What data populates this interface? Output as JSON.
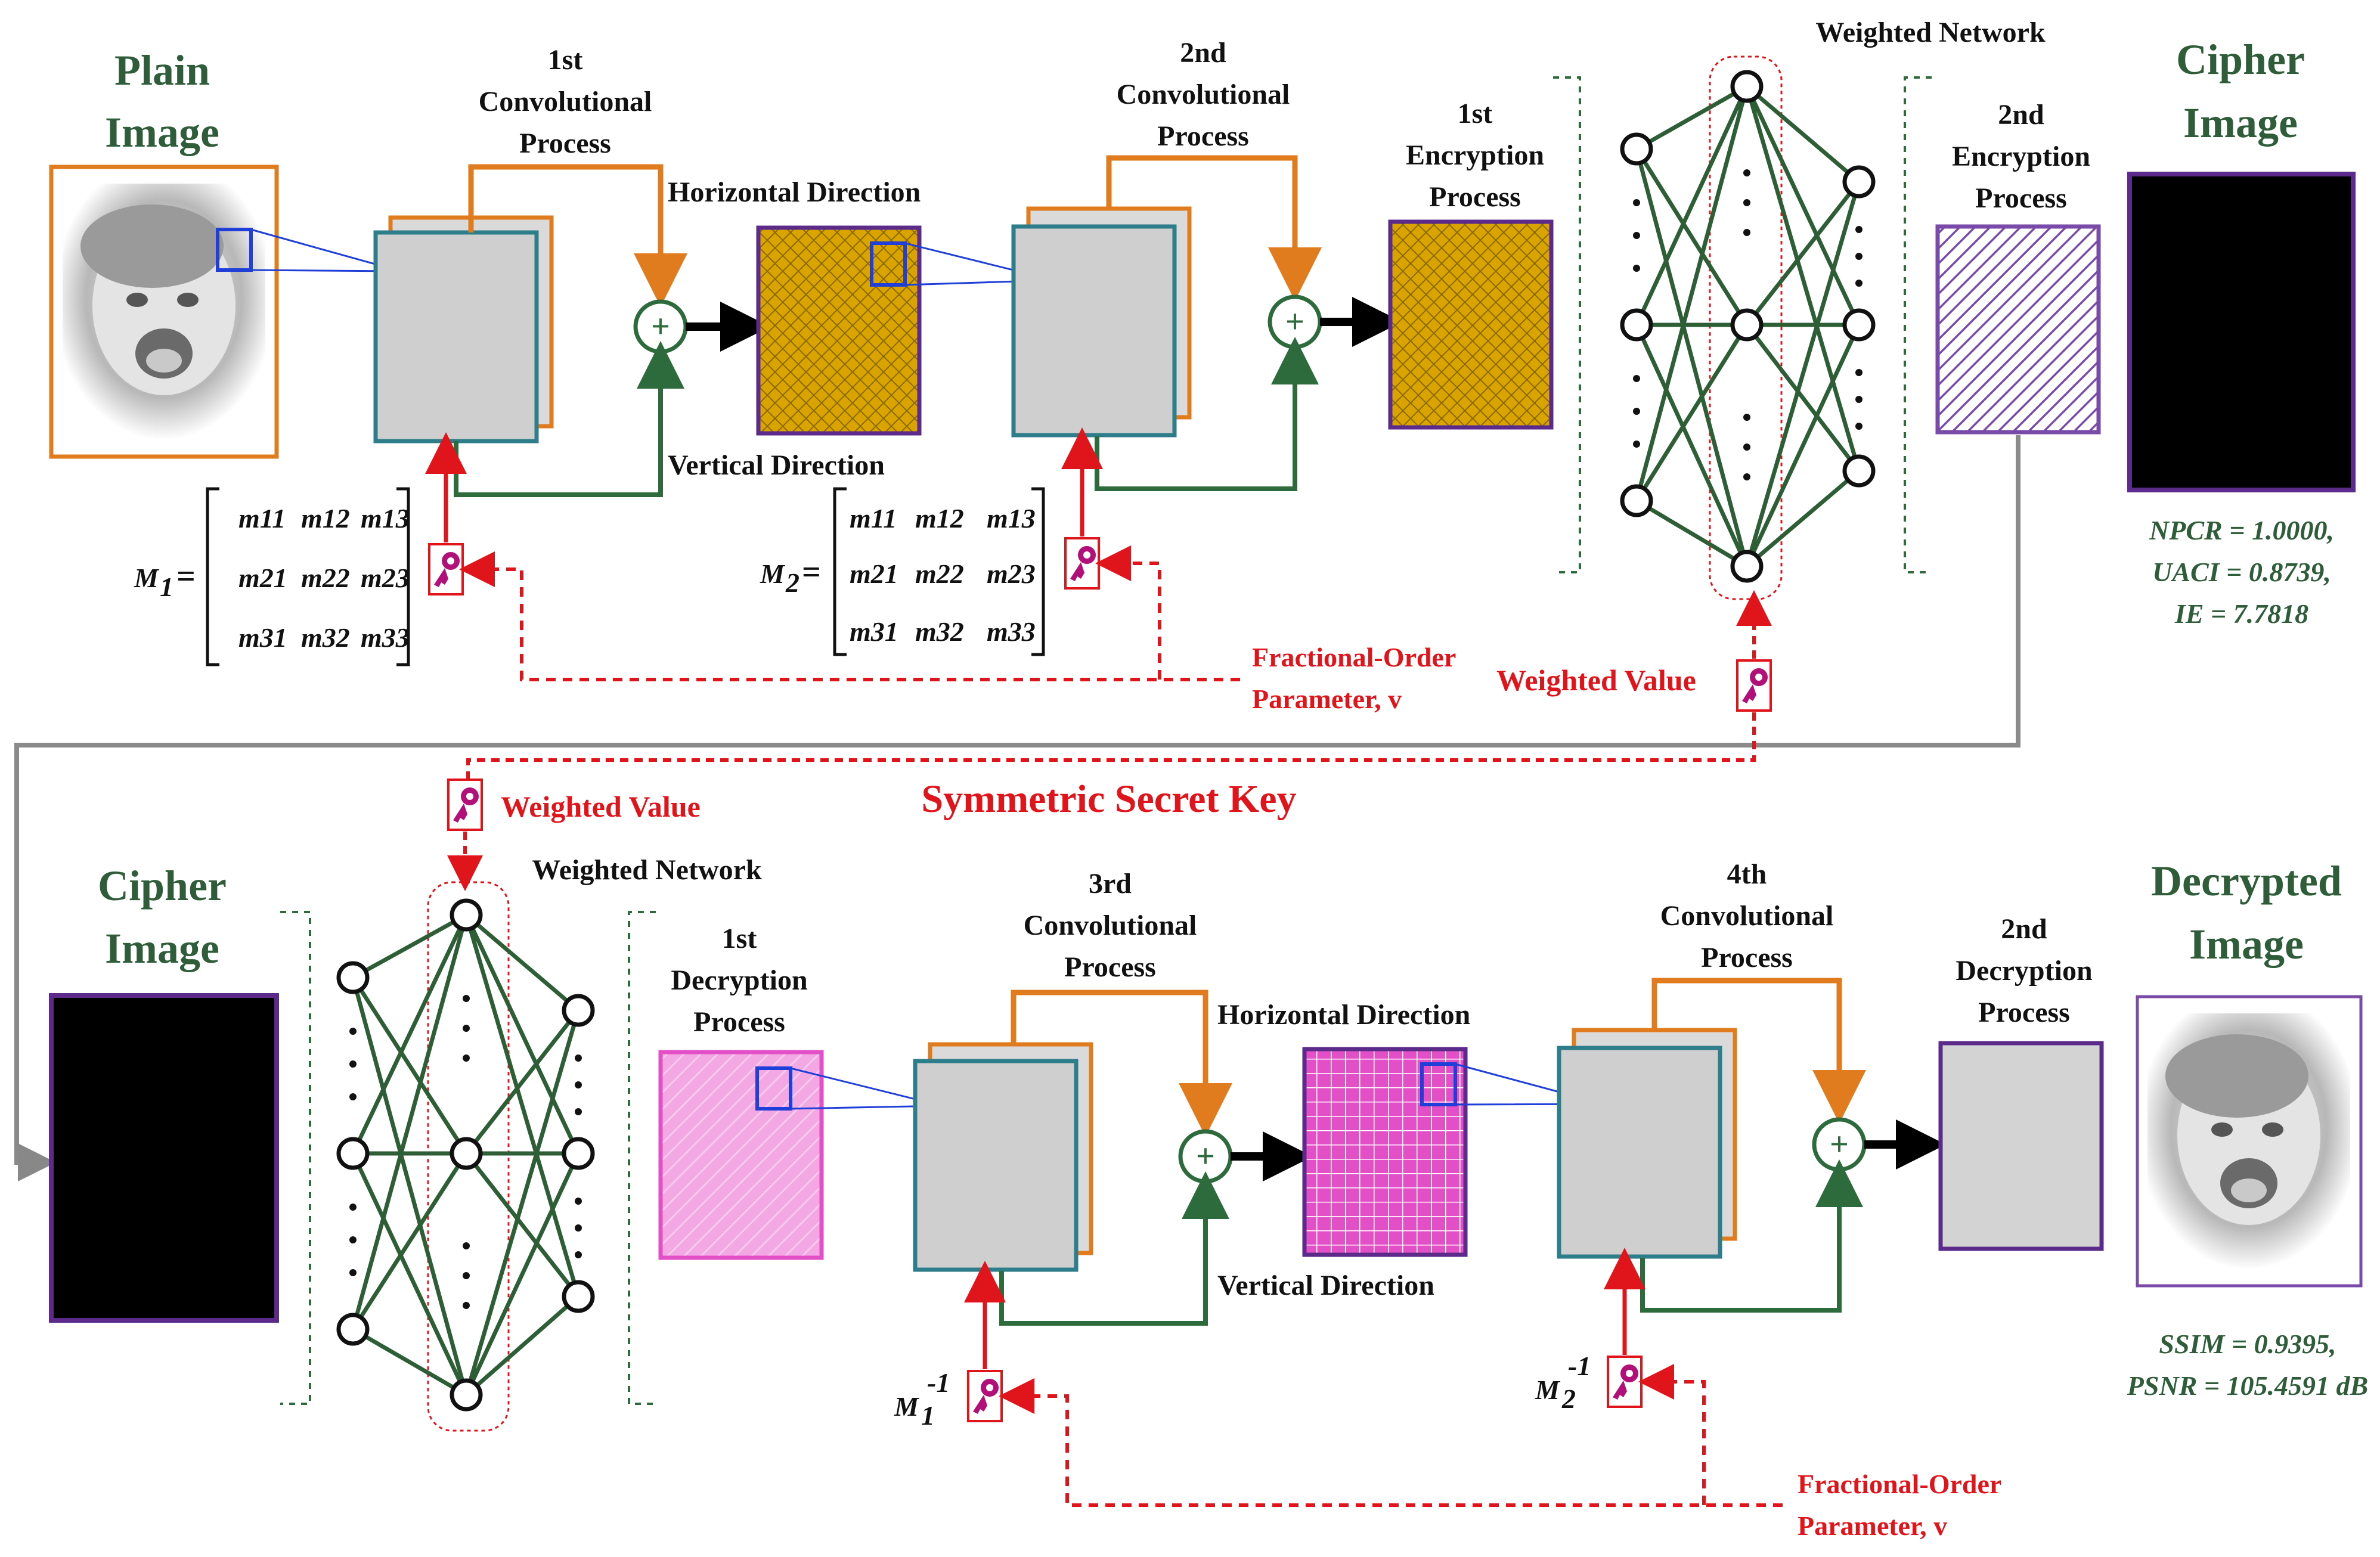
{
  "top": {
    "plain_image_label": [
      "Plain",
      "Image"
    ],
    "conv1_label": [
      "1st",
      "Convolutional",
      "Process"
    ],
    "conv2_label": [
      "2nd",
      "Convolutional",
      "Process"
    ],
    "horizontal_direction": "Horizontal Direction",
    "vertical_direction": "Vertical Direction",
    "enc1_label": [
      "1st",
      "Encryption",
      "Process"
    ],
    "weighted_network": "Weighted Network",
    "enc2_label": [
      "2nd",
      "Encryption",
      "Process"
    ],
    "cipher_image_label": [
      "Cipher",
      "Image"
    ],
    "metrics": [
      "NPCR = 1.0000,",
      "UACI = 0.8739,",
      "IE = 7.7818"
    ],
    "matrix1_name": "M",
    "matrix1_sub": "1",
    "matrix2_name": "M",
    "matrix2_sub": "2",
    "matrix1": [
      [
        "m11",
        "m12",
        "m13"
      ],
      [
        "m21",
        "m22",
        "m23"
      ],
      [
        "m31",
        "m32",
        "m33"
      ]
    ],
    "matrix2": [
      [
        "m11",
        "m12",
        "m13"
      ],
      [
        "m21",
        "m22",
        "m23"
      ],
      [
        "m31",
        "m32",
        "m33"
      ]
    ],
    "fractional_param": [
      "Fractional-Order",
      "Parameter, v"
    ],
    "weighted_value": "Weighted Value"
  },
  "middle": {
    "symmetric_key": "Symmetric Secret Key",
    "weighted_value": "Weighted Value"
  },
  "bottom": {
    "cipher_image_label": [
      "Cipher",
      "Image"
    ],
    "weighted_network": "Weighted Network",
    "dec1_label": [
      "1st",
      "Decryption",
      "Process"
    ],
    "conv3_label": [
      "3rd",
      "Convolutional",
      "Process"
    ],
    "conv4_label": [
      "4th",
      "Convolutional",
      "Process"
    ],
    "horizontal_direction": "Horizontal Direction",
    "vertical_direction": "Vertical Direction",
    "dec2_label": [
      "2nd",
      "Decryption",
      "Process"
    ],
    "decrypted_image_label": [
      "Decrypted",
      "Image"
    ],
    "metrics": [
      "SSIM = 0.9395,",
      "PSNR = 105.4591 dB"
    ],
    "inv1_name": "M",
    "inv1_sub": "1",
    "inv1_sup": "-1",
    "inv2_name": "M",
    "inv2_sub": "2",
    "inv2_sup": "-1",
    "fractional_param": [
      "Fractional-Order",
      "Parameter, v"
    ]
  },
  "colors": {
    "orange": "#e07b1e",
    "green": "#2e6b3c",
    "red": "#e0141b",
    "blue": "#1f3fd8",
    "purple": "#5b2a8a",
    "gray_fill": "#d3d3d3",
    "gold": "#d9a400"
  }
}
